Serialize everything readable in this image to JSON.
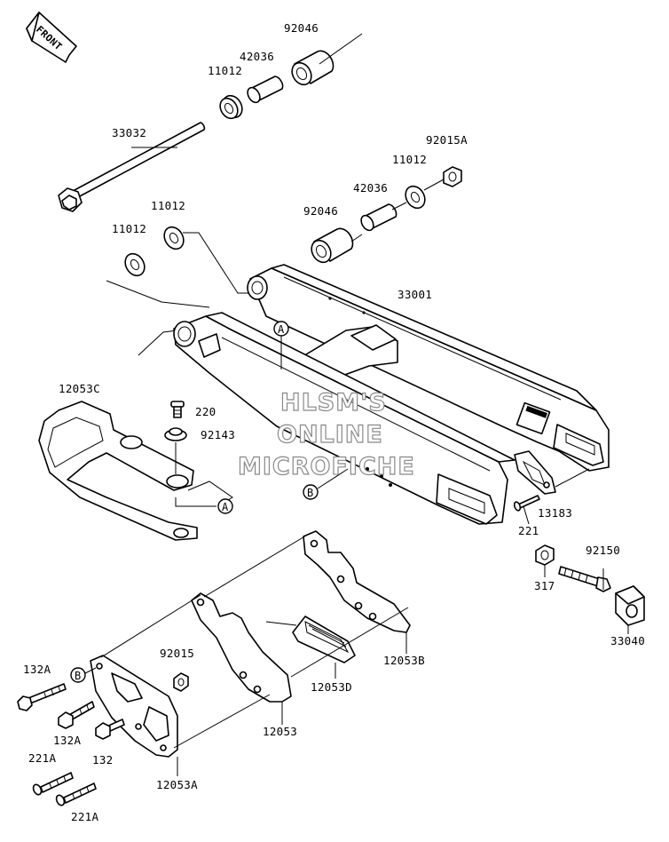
{
  "diagram": {
    "front_arrow": "FRONT",
    "watermark": [
      "HLSM'S",
      "ONLINE",
      "MICROFICHE"
    ],
    "callouts": {
      "a_label": "A",
      "b_label": "B"
    },
    "parts": {
      "p92046_top": "92046",
      "p42036_top": "42036",
      "p11012_top": "11012",
      "p33032": "33032",
      "p92015A": "92015A",
      "p11012_right": "11012",
      "p42036_right": "42036",
      "p92046_right": "92046",
      "p11012_left_upper": "11012",
      "p11012_left_lower": "11012",
      "p33001": "33001",
      "p12053C": "12053C",
      "p220": "220",
      "p92143": "92143",
      "p13183": "13183",
      "p221": "221",
      "p92150": "92150",
      "p317": "317",
      "p33040": "33040",
      "p12053B": "12053B",
      "p12053D": "12053D",
      "p92015": "92015",
      "p132A_top": "132A",
      "p132A_bottom": "132A",
      "p132": "132",
      "p12053": "12053",
      "p221A_top": "221A",
      "p221A_bottom": "221A",
      "p12053A": "12053A"
    }
  }
}
